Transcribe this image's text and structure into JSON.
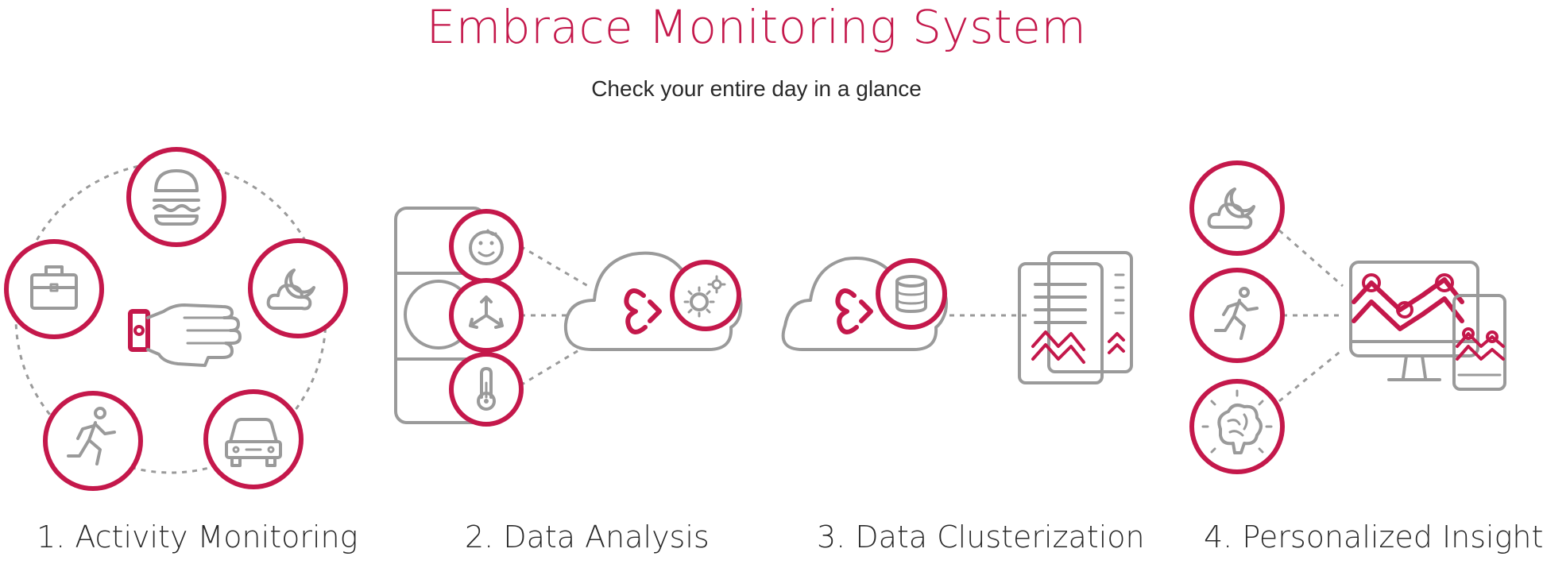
{
  "header": {
    "title": "Embrace Monitoring System",
    "subtitle": "Check your entire day in a glance"
  },
  "steps": [
    {
      "label": "1. Activity Monitoring"
    },
    {
      "label": "2. Data Analysis"
    },
    {
      "label": "3. Data Clusterization"
    },
    {
      "label": "4. Personalized Insight"
    }
  ],
  "colors": {
    "accent": "#c4184b",
    "stroke": "#9a9a9a",
    "text": "#2a2a2a"
  },
  "icons": {
    "activity": [
      "burger-icon",
      "briefcase-icon",
      "night-cloud-icon",
      "runner-icon",
      "car-icon",
      "wrist-band-icon"
    ],
    "analysis": [
      "device-icon",
      "face-icon",
      "motion-icon",
      "thermometer-icon",
      "cloud-icon",
      "gears-icon"
    ],
    "cluster": [
      "cloud-icon",
      "database-icon",
      "documents-icon"
    ],
    "insight": [
      "night-cloud-icon",
      "runner-icon",
      "brain-icon",
      "monitor-icon",
      "phone-icon"
    ]
  }
}
